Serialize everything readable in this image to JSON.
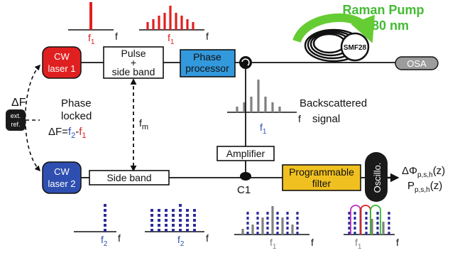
{
  "colors": {
    "laser1": "#e02020",
    "laser2": "#2f4fb0",
    "phase_processor": "#3399dd",
    "filter": "#f0c020",
    "pump_text": "#44bb33",
    "pump_arrow": "#66cc33",
    "spectrum_red": "#e02020",
    "spectrum_blue": "#2c2c9c",
    "spectrum_gray": "#808080",
    "osa": "#9c9c9c",
    "dark": "#1a1a1a"
  },
  "labels": {
    "raman_pump_line1": "Raman Pump",
    "raman_pump_line2": "1480 nm",
    "fiber": "SMF28",
    "osa": "OSA",
    "cw": "CW",
    "laser1": "laser 1",
    "laser2": "laser 2",
    "pulse": "Pulse",
    "plus": "+",
    "side_band_lower": "side band",
    "side_band": "Side band",
    "phase_processor_line1": "Phase",
    "phase_processor_line2": "processor",
    "amplifier": "Amplifier",
    "programmable_line1": "Programmable",
    "programmable_line2": "filter",
    "oscillo": "Oscillo.",
    "c1": "C1",
    "delta_f": "ΔF",
    "ext_ref_line1": "ext.",
    "ext_ref_line2": "ref.",
    "phase_line1": "Phase",
    "phase_line2": "locked",
    "delta_eq_prefix": "ΔF=",
    "f": "f",
    "fm_f": "f",
    "fm_sub": "m",
    "f1_f": "f",
    "f1_sub": "1",
    "f2_f": "f",
    "f2_sub": "2",
    "dash": "-",
    "backscattered_line1": "Backscattered",
    "backscattered_line2": "signal",
    "out_phi": "ΔΦ",
    "out_phi_sub": "p,s,h",
    "out_phi_arg": "(z)",
    "out_p": "P",
    "out_p_sub": "p,s,h",
    "out_p_arg": "(z)"
  }
}
